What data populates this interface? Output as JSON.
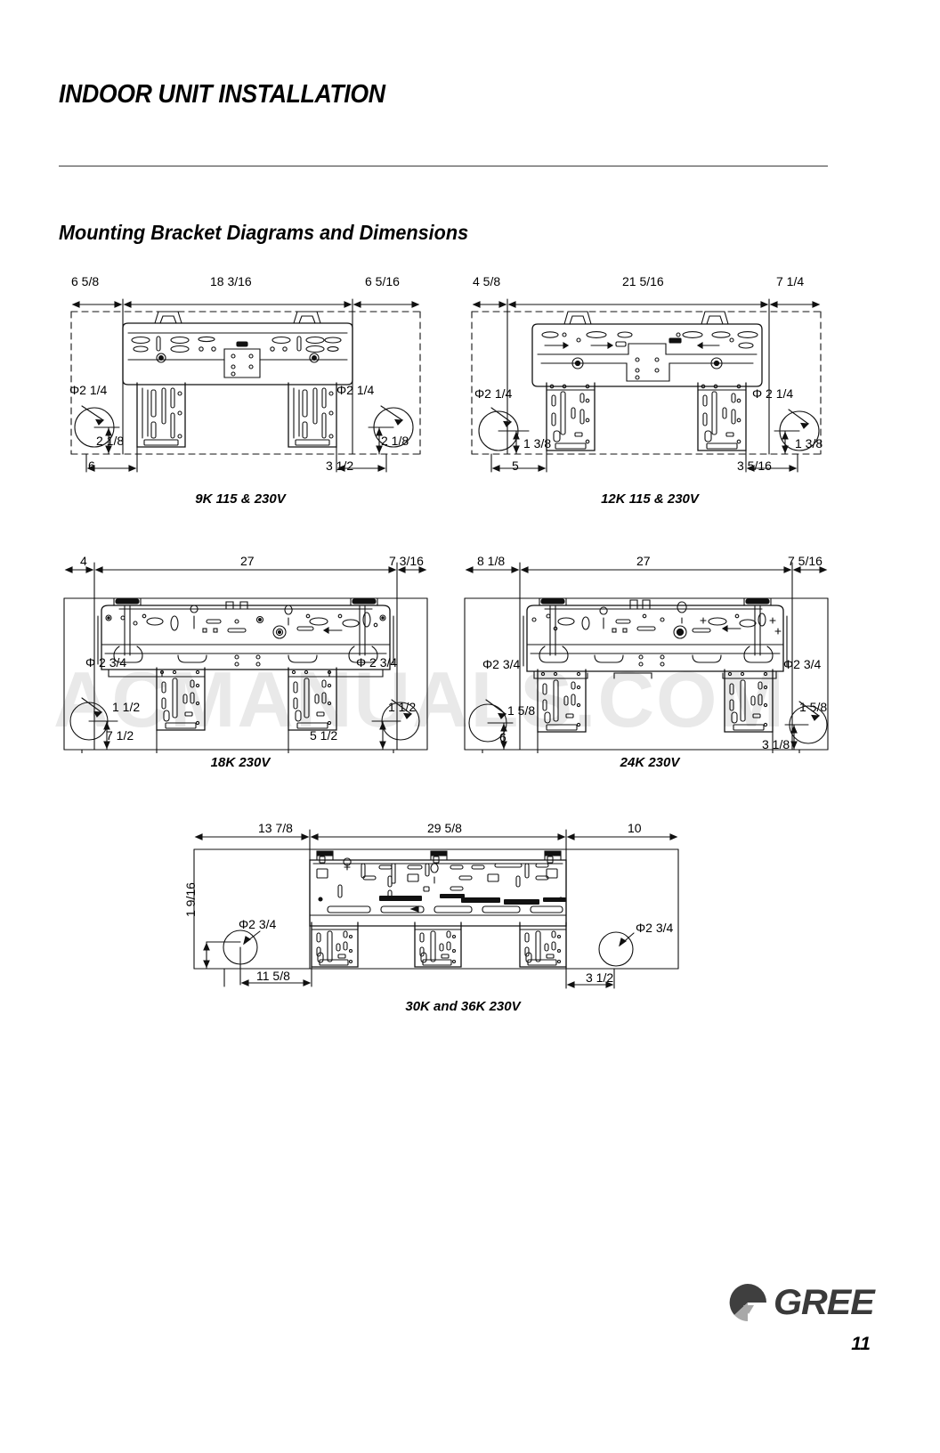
{
  "document": {
    "page_title": "INDOOR UNIT INSTALLATION",
    "section_title": "Mounting Bracket Diagrams and Dimensions",
    "watermark": "ACMANUALS.COM",
    "page_number": "11",
    "brand": "GREE",
    "brand_color": "#3a3a3a"
  },
  "chart_data": {
    "type": "table",
    "title": "Mounting Bracket Diagrams and Dimensions",
    "units": "inches",
    "figures": [
      {
        "id": "fig-9k",
        "caption": "9K 115 & 230V",
        "dims": {
          "left_offset": "6 5/8",
          "bracket_width": "18 3/16",
          "right_offset": "6  5/16",
          "hole_dia_left": "Φ2 1/4",
          "hole_dia_right": "Φ2 1/4",
          "drop_left": "2 1/8",
          "drop_right": "2 1/8",
          "inner_left": "6",
          "inner_right": "3 1/2"
        }
      },
      {
        "id": "fig-12k",
        "caption": "12K 115 & 230V",
        "dims": {
          "left_offset": "4 5/8",
          "bracket_width": "21 5/16",
          "right_offset": "7 1/4",
          "hole_dia_left": "Φ2 1/4",
          "hole_dia_right": "Φ 2 1/4",
          "drop_left": "1 3/8",
          "drop_right": "1 3/8",
          "inner_left": "5",
          "inner_right": "3 5/16"
        }
      },
      {
        "id": "fig-18k",
        "caption": "18K 230V",
        "dims": {
          "left_offset": "4",
          "bracket_width": "27",
          "right_offset": "7 3/16",
          "hole_dia_left": "Φ 2 3/4",
          "hole_dia_right": "Φ 2 3/4",
          "drop_left": "1 1/2",
          "drop_right": "1 1/2",
          "inner_left": "7 1/2",
          "inner_right": "5 1/2"
        }
      },
      {
        "id": "fig-24k",
        "caption": "24K 230V",
        "dims": {
          "left_offset": "8 1/8",
          "bracket_width": "27",
          "right_offset": "7 5/16",
          "hole_dia_left": "Φ2 3/4",
          "hole_dia_right": "Φ2 3/4",
          "drop_left": "1 5/8",
          "drop_right": "1 5/8",
          "inner_left": "6",
          "inner_right": "3 1/8"
        }
      },
      {
        "id": "fig-30k36k",
        "caption": "30K and 36K 230V",
        "dims": {
          "left_offset": "13 7/8",
          "bracket_width": "29 5/8",
          "right_offset": "10",
          "hole_dia_left": "Φ2 3/4",
          "hole_dia_right": "Φ2 3/4",
          "drop_left": "1 9/16",
          "inner_left": "11 5/8",
          "inner_right": "3 1/2"
        }
      }
    ]
  }
}
